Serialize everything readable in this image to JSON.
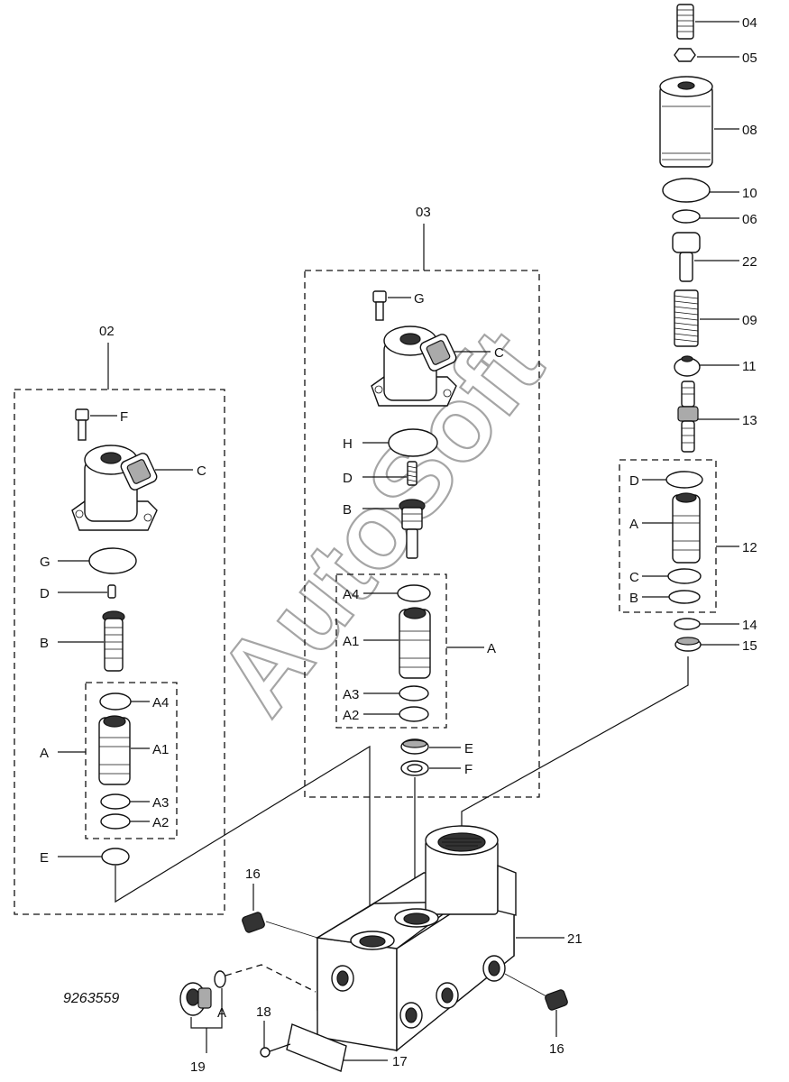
{
  "drawing_number": "9263559",
  "watermark": "AutoSoft",
  "group_labels": {
    "left": "02",
    "center": "03"
  },
  "labels": {
    "p04": "04",
    "p05": "05",
    "p08": "08",
    "p10": "10",
    "p06": "06",
    "p22": "22",
    "p09": "09",
    "p11": "11",
    "p13": "13",
    "p12": "12",
    "p14": "14",
    "p15": "15",
    "p21": "21",
    "p16": "16",
    "p17": "17",
    "p18": "18",
    "p19": "19",
    "F": "F",
    "C": "C",
    "G": "G",
    "D": "D",
    "B": "B",
    "A": "A",
    "E": "E",
    "H": "H",
    "A1": "A1",
    "A2": "A2",
    "A3": "A3",
    "A4": "A4"
  }
}
